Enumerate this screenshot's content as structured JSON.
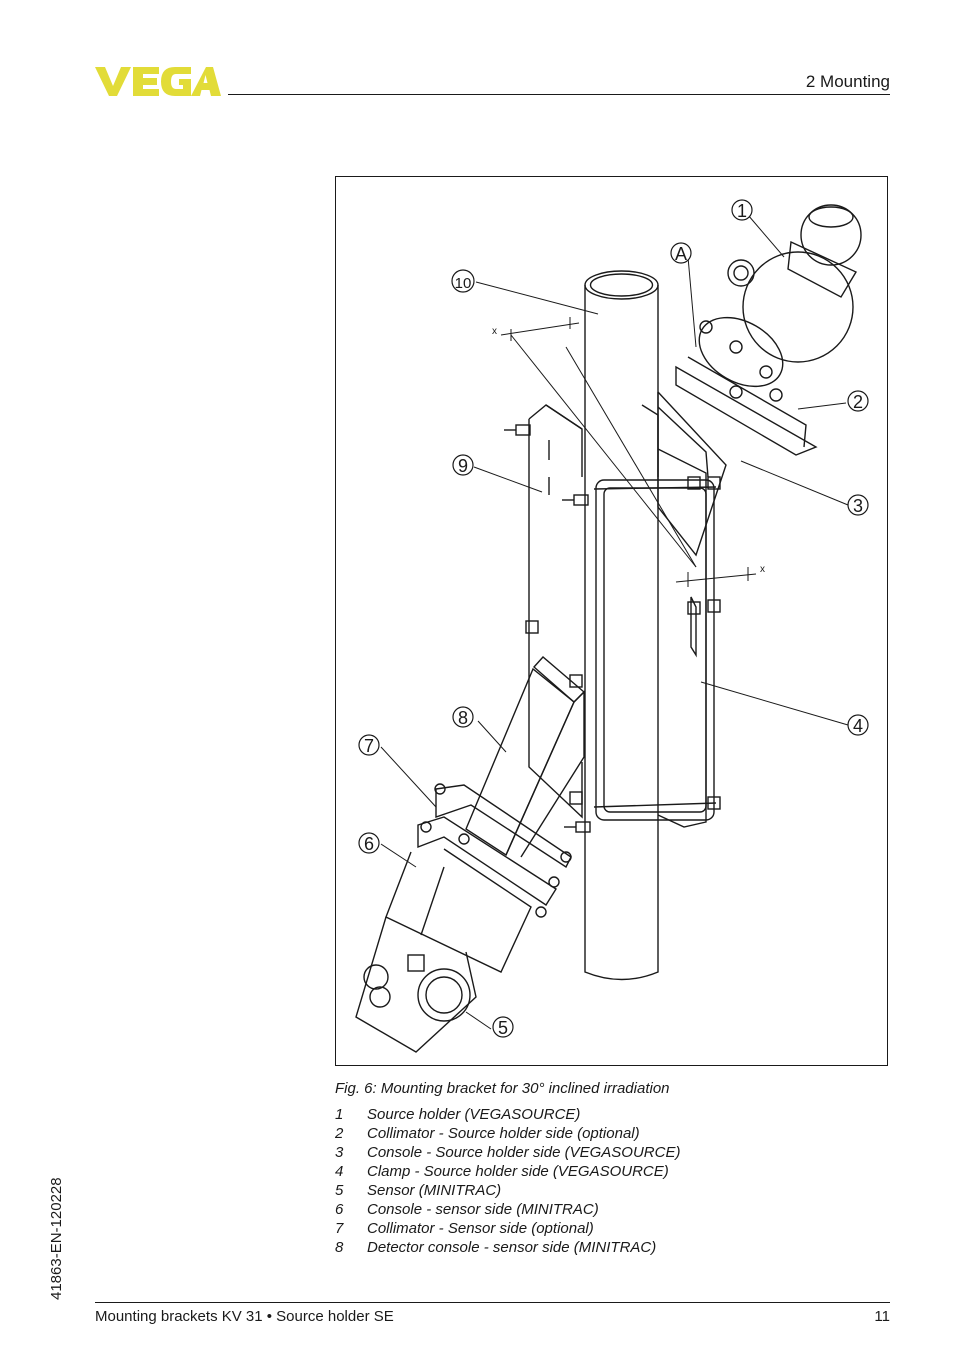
{
  "header": {
    "logo_text": "VEGA",
    "logo_color": "#e2dc38",
    "section": "2   Mounting"
  },
  "figure": {
    "callouts": [
      "1",
      "A",
      "10",
      "2",
      "9",
      "3",
      "8",
      "4",
      "7",
      "6",
      "5"
    ],
    "axis_marker": "x",
    "caption": "Fig. 6: Mounting bracket for 30° inclined irradiation"
  },
  "legend": [
    {
      "num": "1",
      "text": "Source holder (VEGASOURCE)"
    },
    {
      "num": "2",
      "text": "Collimator - Source holder side (optional)"
    },
    {
      "num": "3",
      "text": "Console - Source holder side (VEGASOURCE)"
    },
    {
      "num": "4",
      "text": "Clamp - Source holder side (VEGASOURCE)"
    },
    {
      "num": "5",
      "text": "Sensor (MINITRAC)"
    },
    {
      "num": "6",
      "text": "Console - sensor side (MINITRAC)"
    },
    {
      "num": "7",
      "text": "Collimator - Sensor side (optional)"
    },
    {
      "num": "8",
      "text": "Detector console - sensor side (MINITRAC)"
    }
  ],
  "side_text": "41863-EN-120228",
  "footer": {
    "title": "Mounting brackets KV 31 • Source holder SE",
    "page": "11"
  }
}
